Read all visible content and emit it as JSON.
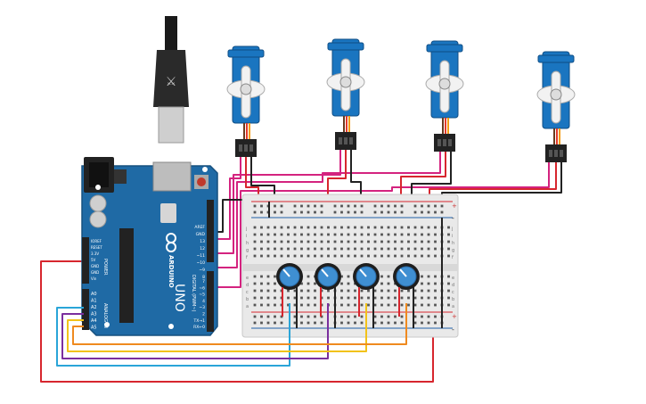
{
  "arduino": {
    "brand": "ARDUINO",
    "model": "UNO",
    "power_header": "POWER",
    "analog_header": "ANALOG IN",
    "digital_header": "DIGITAL (PWM~)",
    "power_pins": [
      "IOREF",
      "RESET",
      "3.3V",
      "5V",
      "GND",
      "GND",
      "Vin"
    ],
    "analog_pins": [
      "A0",
      "A1",
      "A2",
      "A3",
      "A4",
      "A5"
    ],
    "digital_top_pins": [
      "AREF",
      "GND",
      "13",
      "12",
      "~11",
      "~10",
      "~9",
      "8"
    ],
    "digital_bottom_pins": [
      "7",
      "~6",
      "~5",
      "4",
      "~3",
      "2",
      "TX→1",
      "RX←0"
    ]
  },
  "breadboard": {
    "rail_plus": "+",
    "rail_minus": "-",
    "row_letters_top": [
      "j",
      "i",
      "h",
      "g",
      "f"
    ],
    "row_letters_bottom": [
      "e",
      "d",
      "c",
      "b",
      "a"
    ]
  },
  "colors": {
    "arduino_board": "#1f6aa5",
    "arduino_dark": "#16507f",
    "servo_body": "#1a75c0",
    "breadboard": "#e9e9e9",
    "wire_red": "#d7262e",
    "wire_black": "#222222",
    "wire_pink": "#d4237f",
    "wire_blue": "#2aa5d8",
    "wire_purple": "#7b2f9e",
    "wire_yellow": "#f2c21a",
    "wire_orange": "#ef8a1f",
    "pot_knob": "#3f8fd2"
  },
  "components": {
    "servo_count": 4,
    "potentiometer_count": 4,
    "usb_cable": "usb-b-plug"
  }
}
